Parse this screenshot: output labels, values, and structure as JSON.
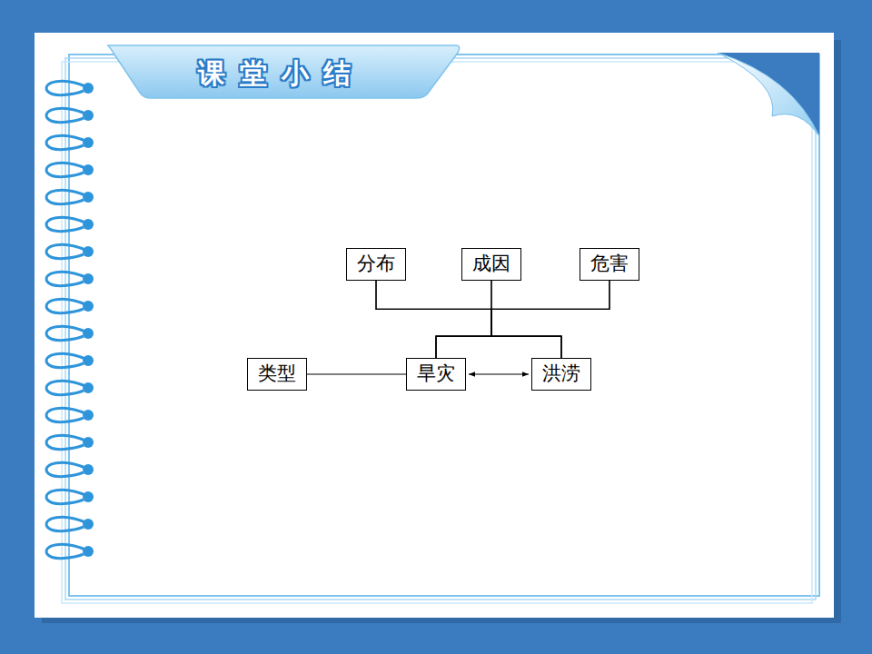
{
  "diagram": {
    "title": "课堂小结",
    "nodes": [
      {
        "text": [
          "分布"
        ]
      },
      {
        "text": [
          "成因"
        ]
      },
      {
        "text": [
          "危害"
        ]
      },
      {
        "text": [
          "类型"
        ]
      },
      {
        "text": [
          "旱灾"
        ]
      },
      {
        "text": [
          "洪涝"
        ]
      }
    ],
    "edges": [
      {
        "from": 0,
        "to": 4,
        "arrow": "none"
      },
      {
        "from": 0,
        "to": 5,
        "arrow": "none"
      },
      {
        "from": 1,
        "to": 4,
        "arrow": "none"
      },
      {
        "from": 1,
        "to": 5,
        "arrow": "none"
      },
      {
        "from": 2,
        "to": 4,
        "arrow": "none"
      },
      {
        "from": 2,
        "to": 5,
        "arrow": "none"
      },
      {
        "from": 3,
        "to": 4,
        "arrow": "none"
      },
      {
        "from": 4,
        "to": 5,
        "arrow": "both"
      }
    ]
  }
}
